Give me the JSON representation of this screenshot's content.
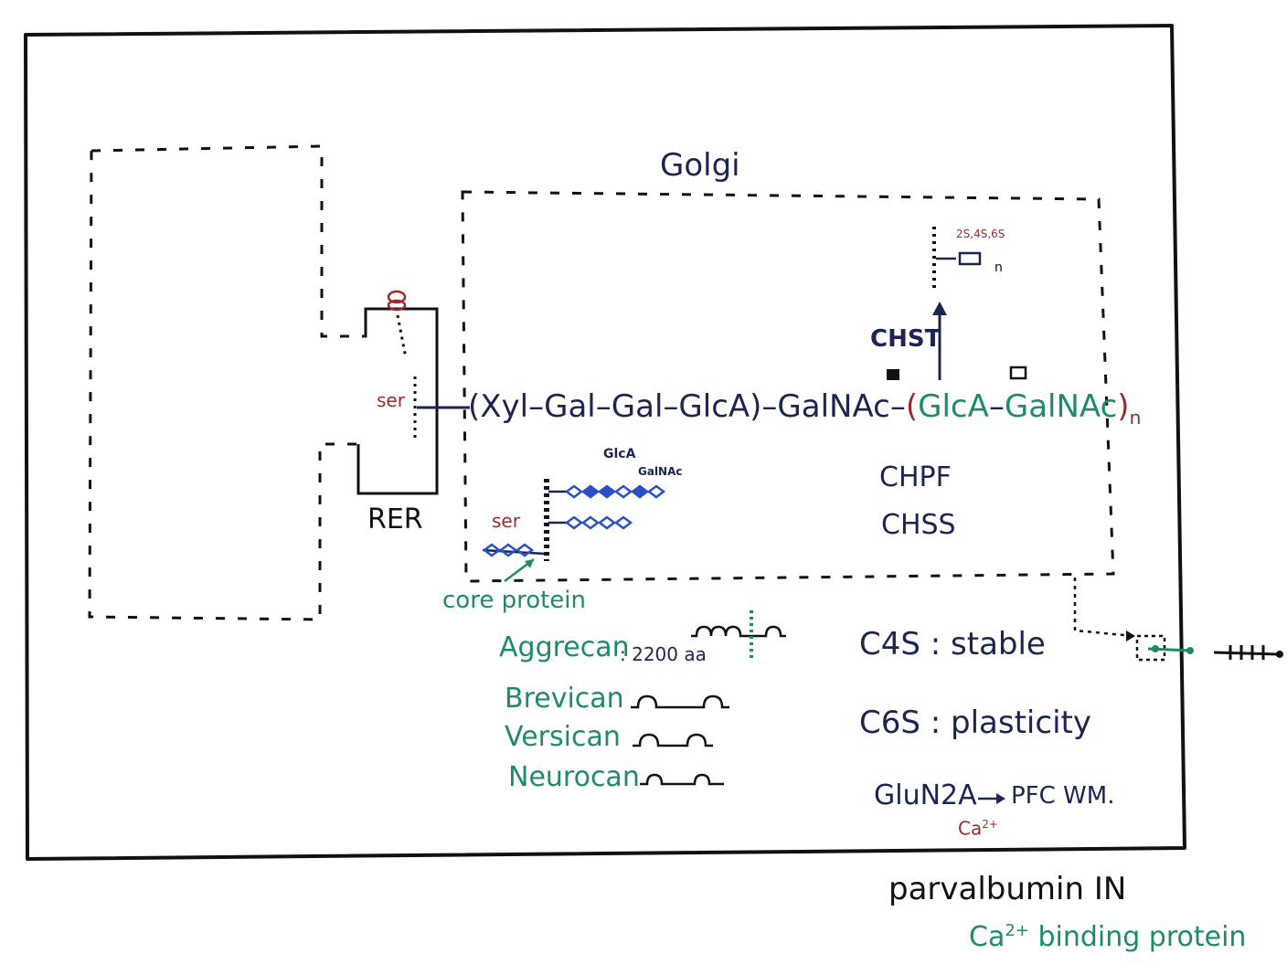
{
  "colors": {
    "navy": "#1b2452",
    "ink": "#111111",
    "green": "#1f8a6a",
    "red": "#9b2a2a",
    "blue": "#2a50c8"
  },
  "labels": {
    "golgi": "Golgi",
    "rer": "RER",
    "ser_rer": "ser",
    "ser_golgi": "ser",
    "chain": {
      "open_paren": "(",
      "xyl": "Xyl",
      "gal1": "Gal",
      "gal2": "Gal",
      "glca": "GlcA",
      "close_paren": ")",
      "galnac": "GalNAc",
      "rep_open": "(",
      "rep_glca": "GlcA",
      "rep_galnac": "GalNAc",
      "rep_close": ")",
      "rep_n": "n"
    },
    "chst": "CHST",
    "sulfation_positions": "2S,4S,6S",
    "n_small": "n",
    "chpf": "CHPF",
    "chss": "CHSS",
    "mini_glca": "GlcA",
    "mini_galnac": "GalNAc",
    "core_protein": "core protein",
    "aggrecan": "Aggrecan",
    "aggrecan_len": ": 2200 aa",
    "brevican": "Brevican",
    "versican": "Versican",
    "neurocan": "Neurocan",
    "c4s": "C4S : stable",
    "c6s": "C6S : plasticity",
    "gluN": "GluN2A",
    "gluN_target": "PFC WM.",
    "ca_sub": "Ca",
    "ca_sup": "2+",
    "parvalbumin": "parvalbumin IN",
    "ca_binding": "Ca",
    "ca_binding_sup": "2+",
    "ca_binding_rest": "binding protein"
  }
}
